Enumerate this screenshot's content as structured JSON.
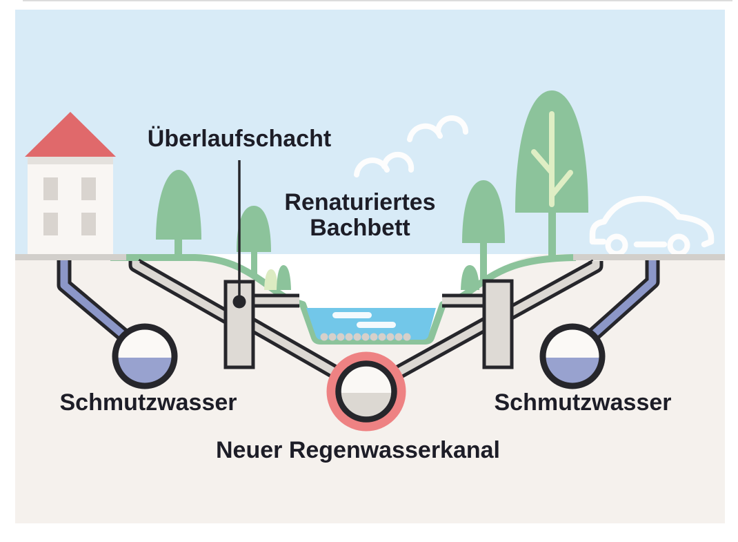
{
  "diagram": {
    "labels": {
      "overflow_shaft": "Überlaufschacht",
      "renatured_line1": "Renaturiertes",
      "renatured_line2": "Bachbett",
      "sewage_left": "Schmutzwasser",
      "sewage_right": "Schmutzwasser",
      "new_rain_canal": "Neuer Regenwasserkanal"
    },
    "colors": {
      "sky": "#d8ebf7",
      "ground": "#f5f1ed",
      "grass_green": "#8cc39b",
      "light_green": "#dcebc2",
      "water_blue": "#72c7e9",
      "roof_red": "#e0696b",
      "rain_canal_ring_red": "#ee8283",
      "sewage_blue": "#98a2cf",
      "sewage_pipe_blue": "#8c97c8",
      "outline_black": "#26262b",
      "pipe_gray": "#dcd8d3",
      "road_gray": "#d2cfcb",
      "label_text": "#1d1d27"
    }
  }
}
